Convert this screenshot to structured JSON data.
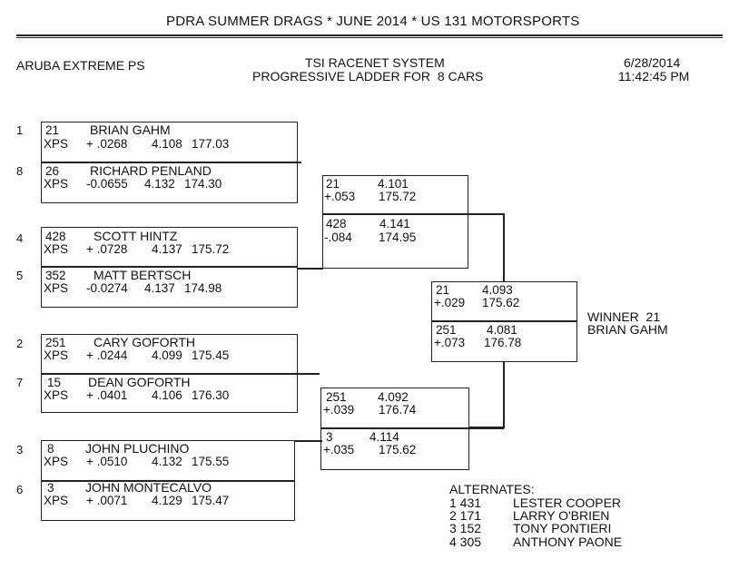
{
  "title": "PDRA SUMMER DRAGS * JUNE 2014 * US 131 MOTORSPORTS",
  "class_name": "ARUBA EXTREME PS",
  "system_name": "TSI RACENET SYSTEM",
  "ladder_name": "PROGRESSIVE LADDER FOR  8 CARS",
  "date": "6/28/2014",
  "time": "11:42:45 PM",
  "round1": [
    {
      "seed": "1",
      "car": "21",
      "name": "BRIAN GAHM",
      "class": "XPS",
      "reaction": "+ .0268",
      "et": "4.108",
      "mph": "177.03"
    },
    {
      "seed": "8",
      "car": "26",
      "name": "RICHARD PENLAND",
      "class": "XPS",
      "reaction": "-0.0655",
      "et": "4.132",
      "mph": "174.30"
    },
    {
      "seed": "4",
      "car": "428",
      "name": "SCOTT HINTZ",
      "class": "XPS",
      "reaction": "+ .0728",
      "et": "4.137",
      "mph": "175.72"
    },
    {
      "seed": "5",
      "car": "352",
      "name": "MATT BERTSCH",
      "class": "XPS",
      "reaction": "-0.0274",
      "et": "4.137",
      "mph": "174.98"
    },
    {
      "seed": "2",
      "car": "251",
      "name": "CARY GOFORTH",
      "class": "XPS",
      "reaction": "+ .0244",
      "et": "4.099",
      "mph": "175.45"
    },
    {
      "seed": "7",
      "car": "15",
      "name": "DEAN GOFORTH",
      "class": "XPS",
      "reaction": "+ .0401",
      "et": "4.106",
      "mph": "176.30"
    },
    {
      "seed": "3",
      "car": "8",
      "name": "JOHN PLUCHINO",
      "class": "XPS",
      "reaction": "+ .0510",
      "et": "4.132",
      "mph": "175.55"
    },
    {
      "seed": "6",
      "car": "3",
      "name": "JOHN MONTECALVO",
      "class": "XPS",
      "reaction": "+ .0071",
      "et": "4.129",
      "mph": "175.47"
    }
  ],
  "semis": [
    {
      "car": "21",
      "et": "4.101",
      "reaction": "+.053",
      "mph": "175.72"
    },
    {
      "car": "428",
      "et": "4.141",
      "reaction": "-.084",
      "mph": "174.95"
    },
    {
      "car": "251",
      "et": "4.092",
      "reaction": "+.039",
      "mph": "176.74"
    },
    {
      "car": "3",
      "et": "4.114",
      "reaction": "+.035",
      "mph": "175.62"
    }
  ],
  "final": [
    {
      "car": "21",
      "et": "4.093",
      "reaction": "+.029",
      "mph": "175.62"
    },
    {
      "car": "251",
      "et": "4.081",
      "reaction": "+.073",
      "mph": "176.78"
    }
  ],
  "winner": {
    "line1": "WINNER  21",
    "line2": "BRIAN GAHM"
  },
  "alternates": {
    "label": "ALTERNATES:",
    "items": [
      {
        "num": "1 431",
        "name": "LESTER COOPER"
      },
      {
        "num": "2 171",
        "name": "LARRY O'BRIEN"
      },
      {
        "num": "3 152",
        "name": "TONY PONTIERI"
      },
      {
        "num": "4 305",
        "name": "ANTHONY PAONE"
      }
    ]
  }
}
